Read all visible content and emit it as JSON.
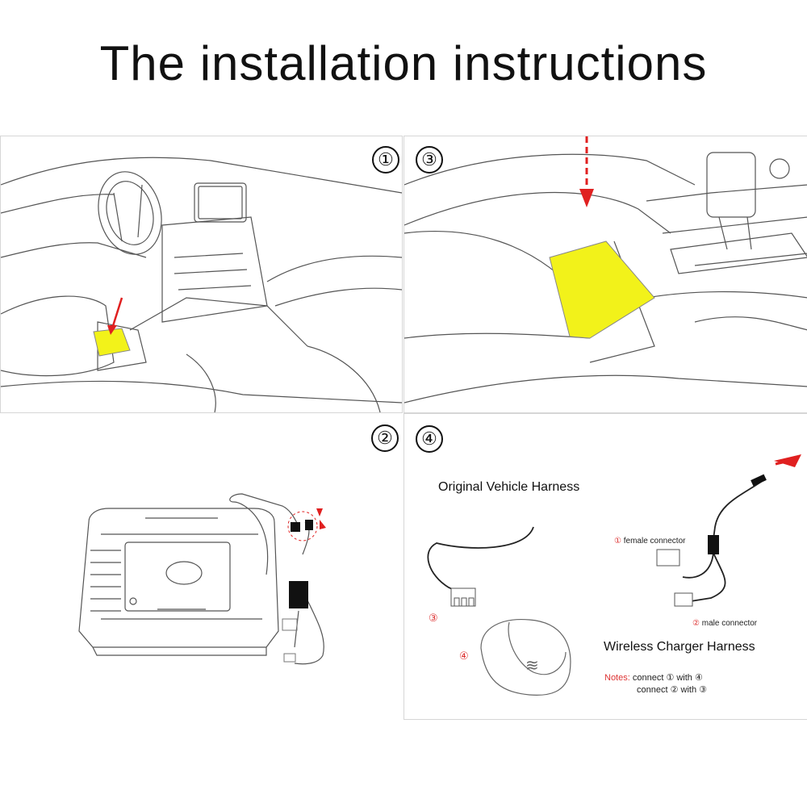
{
  "title": "The installation instructions",
  "steps": {
    "step1": "①",
    "step2": "②",
    "step3": "③",
    "step4": "④"
  },
  "harness": {
    "original_label": "Original Vehicle Harness",
    "wireless_label": "Wireless Charger Harness",
    "female_marker": "①",
    "female_label": "female connector",
    "male_marker": "②",
    "male_label": "male connector",
    "orig_marker": "③",
    "socket_marker": "④",
    "notes_label": "Notes:",
    "note_line1": "connect  ①  with  ④",
    "note_line2": "connect  ②  with  ③"
  },
  "colors": {
    "highlight": "#f2f21a",
    "arrow": "#e02020",
    "line": "#333333"
  }
}
